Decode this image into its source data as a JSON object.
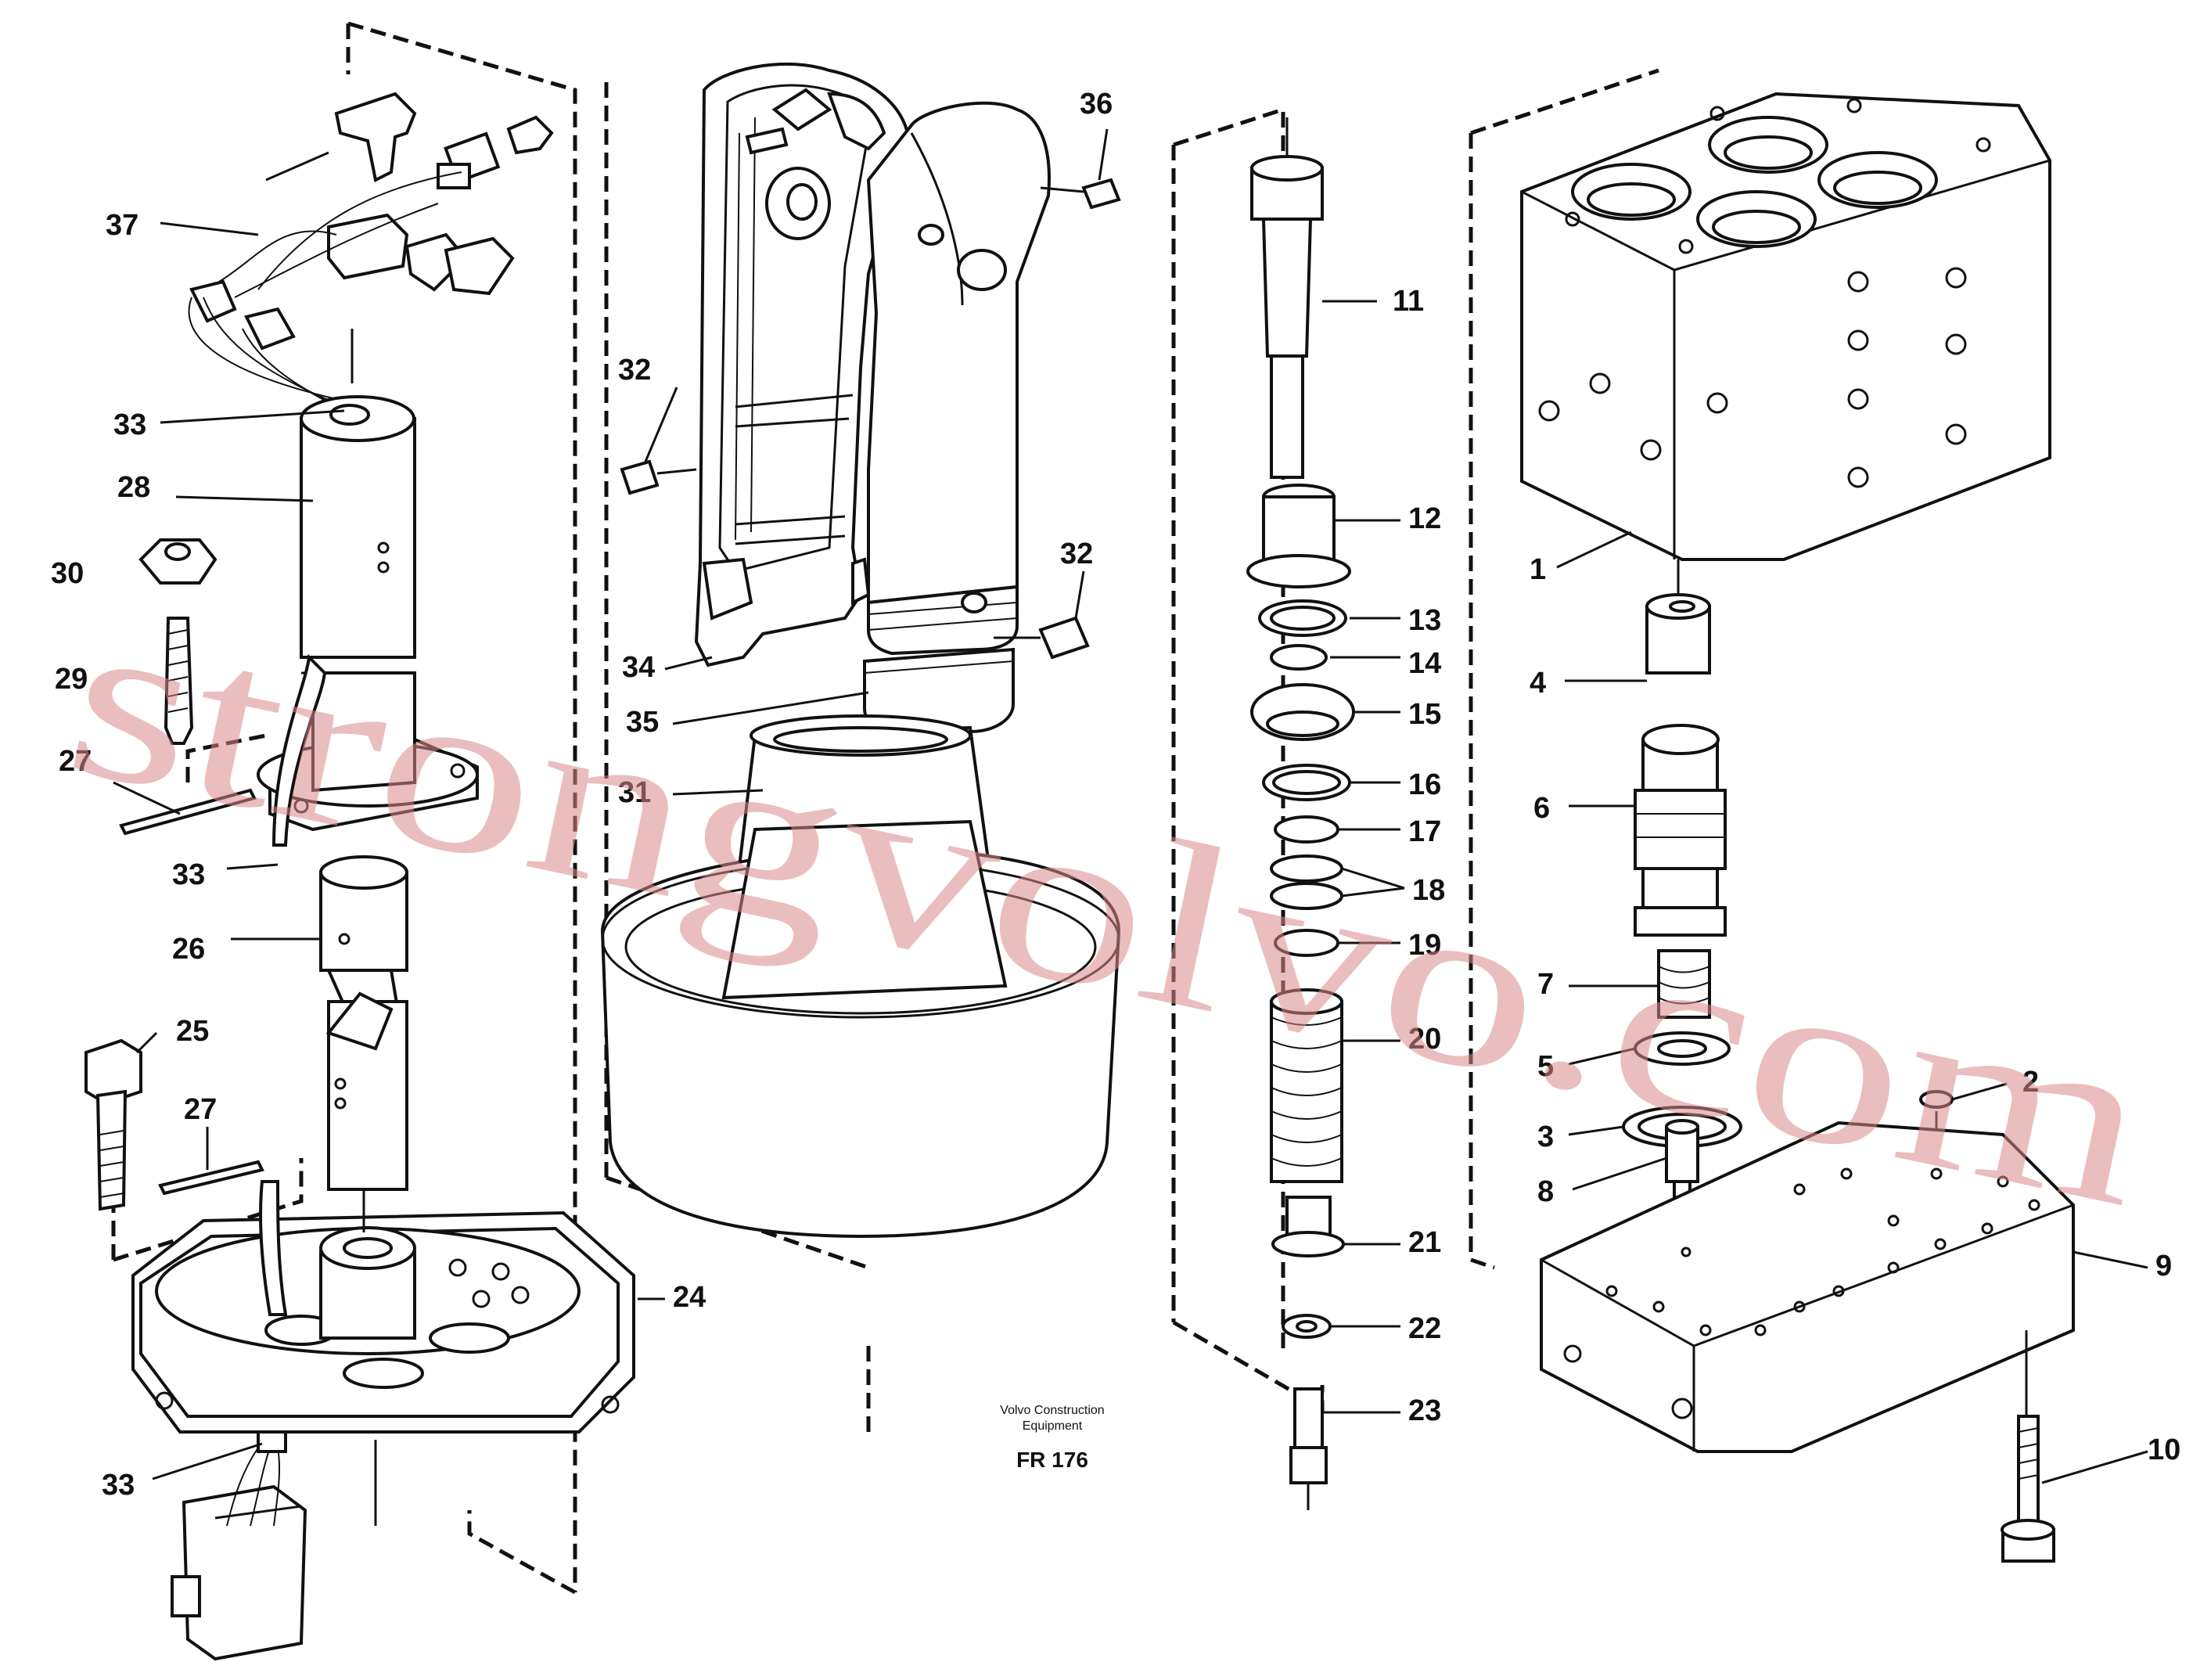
{
  "caption": {
    "maker_line1": "Volvo Construction",
    "maker_line2": "Equipment",
    "code": "FR 176"
  },
  "watermark": "strongvolvo.com",
  "labels": [
    {
      "id": "1",
      "text": "1"
    },
    {
      "id": "2",
      "text": "2"
    },
    {
      "id": "3",
      "text": "3"
    },
    {
      "id": "4",
      "text": "4"
    },
    {
      "id": "5",
      "text": "5"
    },
    {
      "id": "6",
      "text": "6"
    },
    {
      "id": "7",
      "text": "7"
    },
    {
      "id": "8",
      "text": "8"
    },
    {
      "id": "9",
      "text": "9"
    },
    {
      "id": "10",
      "text": "10"
    },
    {
      "id": "11",
      "text": "11"
    },
    {
      "id": "12",
      "text": "12"
    },
    {
      "id": "13",
      "text": "13"
    },
    {
      "id": "14",
      "text": "14"
    },
    {
      "id": "15",
      "text": "15"
    },
    {
      "id": "16",
      "text": "16"
    },
    {
      "id": "17",
      "text": "17"
    },
    {
      "id": "18",
      "text": "18"
    },
    {
      "id": "19",
      "text": "19"
    },
    {
      "id": "20",
      "text": "20"
    },
    {
      "id": "21",
      "text": "21"
    },
    {
      "id": "22",
      "text": "22"
    },
    {
      "id": "23",
      "text": "23"
    },
    {
      "id": "24",
      "text": "24"
    },
    {
      "id": "25",
      "text": "25"
    },
    {
      "id": "26",
      "text": "26"
    },
    {
      "id": "27a",
      "text": "27"
    },
    {
      "id": "27b",
      "text": "27"
    },
    {
      "id": "28",
      "text": "28"
    },
    {
      "id": "29",
      "text": "29"
    },
    {
      "id": "30",
      "text": "30"
    },
    {
      "id": "31",
      "text": "31"
    },
    {
      "id": "32a",
      "text": "32"
    },
    {
      "id": "32b",
      "text": "32"
    },
    {
      "id": "33a",
      "text": "33"
    },
    {
      "id": "33b",
      "text": "33"
    },
    {
      "id": "33c",
      "text": "33"
    },
    {
      "id": "34",
      "text": "34"
    },
    {
      "id": "35",
      "text": "35"
    },
    {
      "id": "36",
      "text": "36"
    },
    {
      "id": "37",
      "text": "37"
    }
  ]
}
